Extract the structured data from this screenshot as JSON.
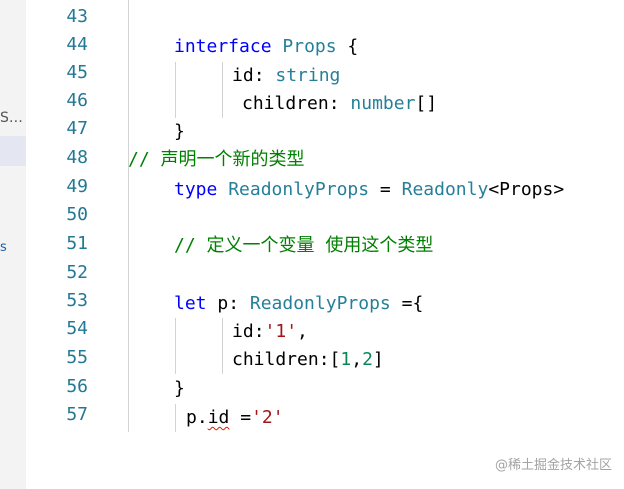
{
  "sidebar": {
    "fragment_1": "S…",
    "fragment_2": "s"
  },
  "editor": {
    "lines": [
      {
        "num": "43"
      },
      {
        "num": "44",
        "kw": "interface",
        "ty": "Props",
        "rest": " {"
      },
      {
        "num": "45",
        "prop": "id",
        "sep": ": ",
        "ty": "string"
      },
      {
        "num": "46",
        "prop": "children",
        "sep": ": ",
        "ty": "number",
        "rest": "[]"
      },
      {
        "num": "47",
        "rest": "}"
      },
      {
        "num": "48",
        "comment": "// 声明一个新的类型"
      },
      {
        "num": "49",
        "kw": "type",
        "ty": "ReadonlyProps",
        "mid": " = ",
        "ty2": "Readonly",
        "rest": "<Props>"
      },
      {
        "num": "50"
      },
      {
        "num": "51",
        "comment": "// 定义一个变量 使用这个类型"
      },
      {
        "num": "52"
      },
      {
        "num": "53",
        "kw": "let",
        "name": " p: ",
        "ty": "ReadonlyProps",
        "rest": " ={"
      },
      {
        "num": "54",
        "prop": "id",
        "sep": ":",
        "str": "'1'",
        "rest": ","
      },
      {
        "num": "55",
        "prop": "children",
        "sep": ":[",
        "n1": "1",
        "comma": ",",
        "n2": "2",
        "rest": "]"
      },
      {
        "num": "56",
        "rest": "}"
      },
      {
        "num": "57",
        "obj": "p.",
        "err": "id",
        "mid": " =",
        "str": "'2'"
      }
    ]
  },
  "watermark": "@稀土掘金技术社区",
  "colors": {
    "keyword": "#0000ff",
    "type": "#267f99",
    "string": "#a31515",
    "number": "#098658",
    "comment": "#008000",
    "line_number": "#237893"
  }
}
